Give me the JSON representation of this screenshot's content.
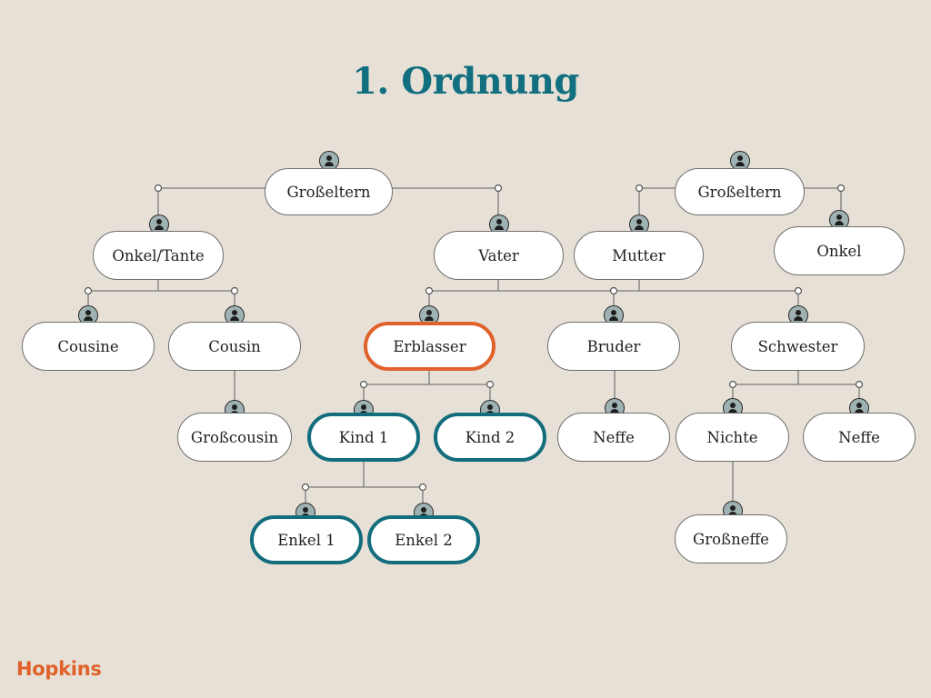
{
  "page": {
    "title": "1. Ordnung",
    "brand": "Hopkins"
  },
  "colors": {
    "background": "#e7e0d6",
    "title": "#126f7f",
    "decedent_border": "#e0612a",
    "heir_border": "#136d7c",
    "avatar": "#9fb2b3",
    "brand": "#e0612a"
  },
  "nodes": {
    "grandparents_paternal": {
      "label": "Großeltern",
      "role": "relative"
    },
    "grandparents_maternal": {
      "label": "Großeltern",
      "role": "relative"
    },
    "uncle_aunt": {
      "label": "Onkel/Tante",
      "role": "relative"
    },
    "father": {
      "label": "Vater",
      "role": "relative"
    },
    "mother": {
      "label": "Mutter",
      "role": "relative"
    },
    "uncle": {
      "label": "Onkel",
      "role": "relative"
    },
    "cousin_female": {
      "label": "Cousine",
      "role": "relative"
    },
    "cousin_male": {
      "label": "Cousin",
      "role": "relative"
    },
    "decedent": {
      "label": "Erblasser",
      "role": "decedent"
    },
    "brother": {
      "label": "Bruder",
      "role": "relative"
    },
    "sister": {
      "label": "Schwester",
      "role": "relative"
    },
    "second_cousin": {
      "label": "Großcousin",
      "role": "relative"
    },
    "child_1": {
      "label": "Kind 1",
      "role": "heir"
    },
    "child_2": {
      "label": "Kind 2",
      "role": "heir"
    },
    "nephew_brother": {
      "label": "Neffe",
      "role": "relative"
    },
    "niece": {
      "label": "Nichte",
      "role": "relative"
    },
    "nephew_sister": {
      "label": "Neffe",
      "role": "relative"
    },
    "grandchild_1": {
      "label": "Enkel 1",
      "role": "heir"
    },
    "grandchild_2": {
      "label": "Enkel 2",
      "role": "heir"
    },
    "grandnephew": {
      "label": "Großneffe",
      "role": "relative"
    }
  },
  "icons": {
    "person": "person-icon",
    "junction": "junction-dot-icon"
  }
}
